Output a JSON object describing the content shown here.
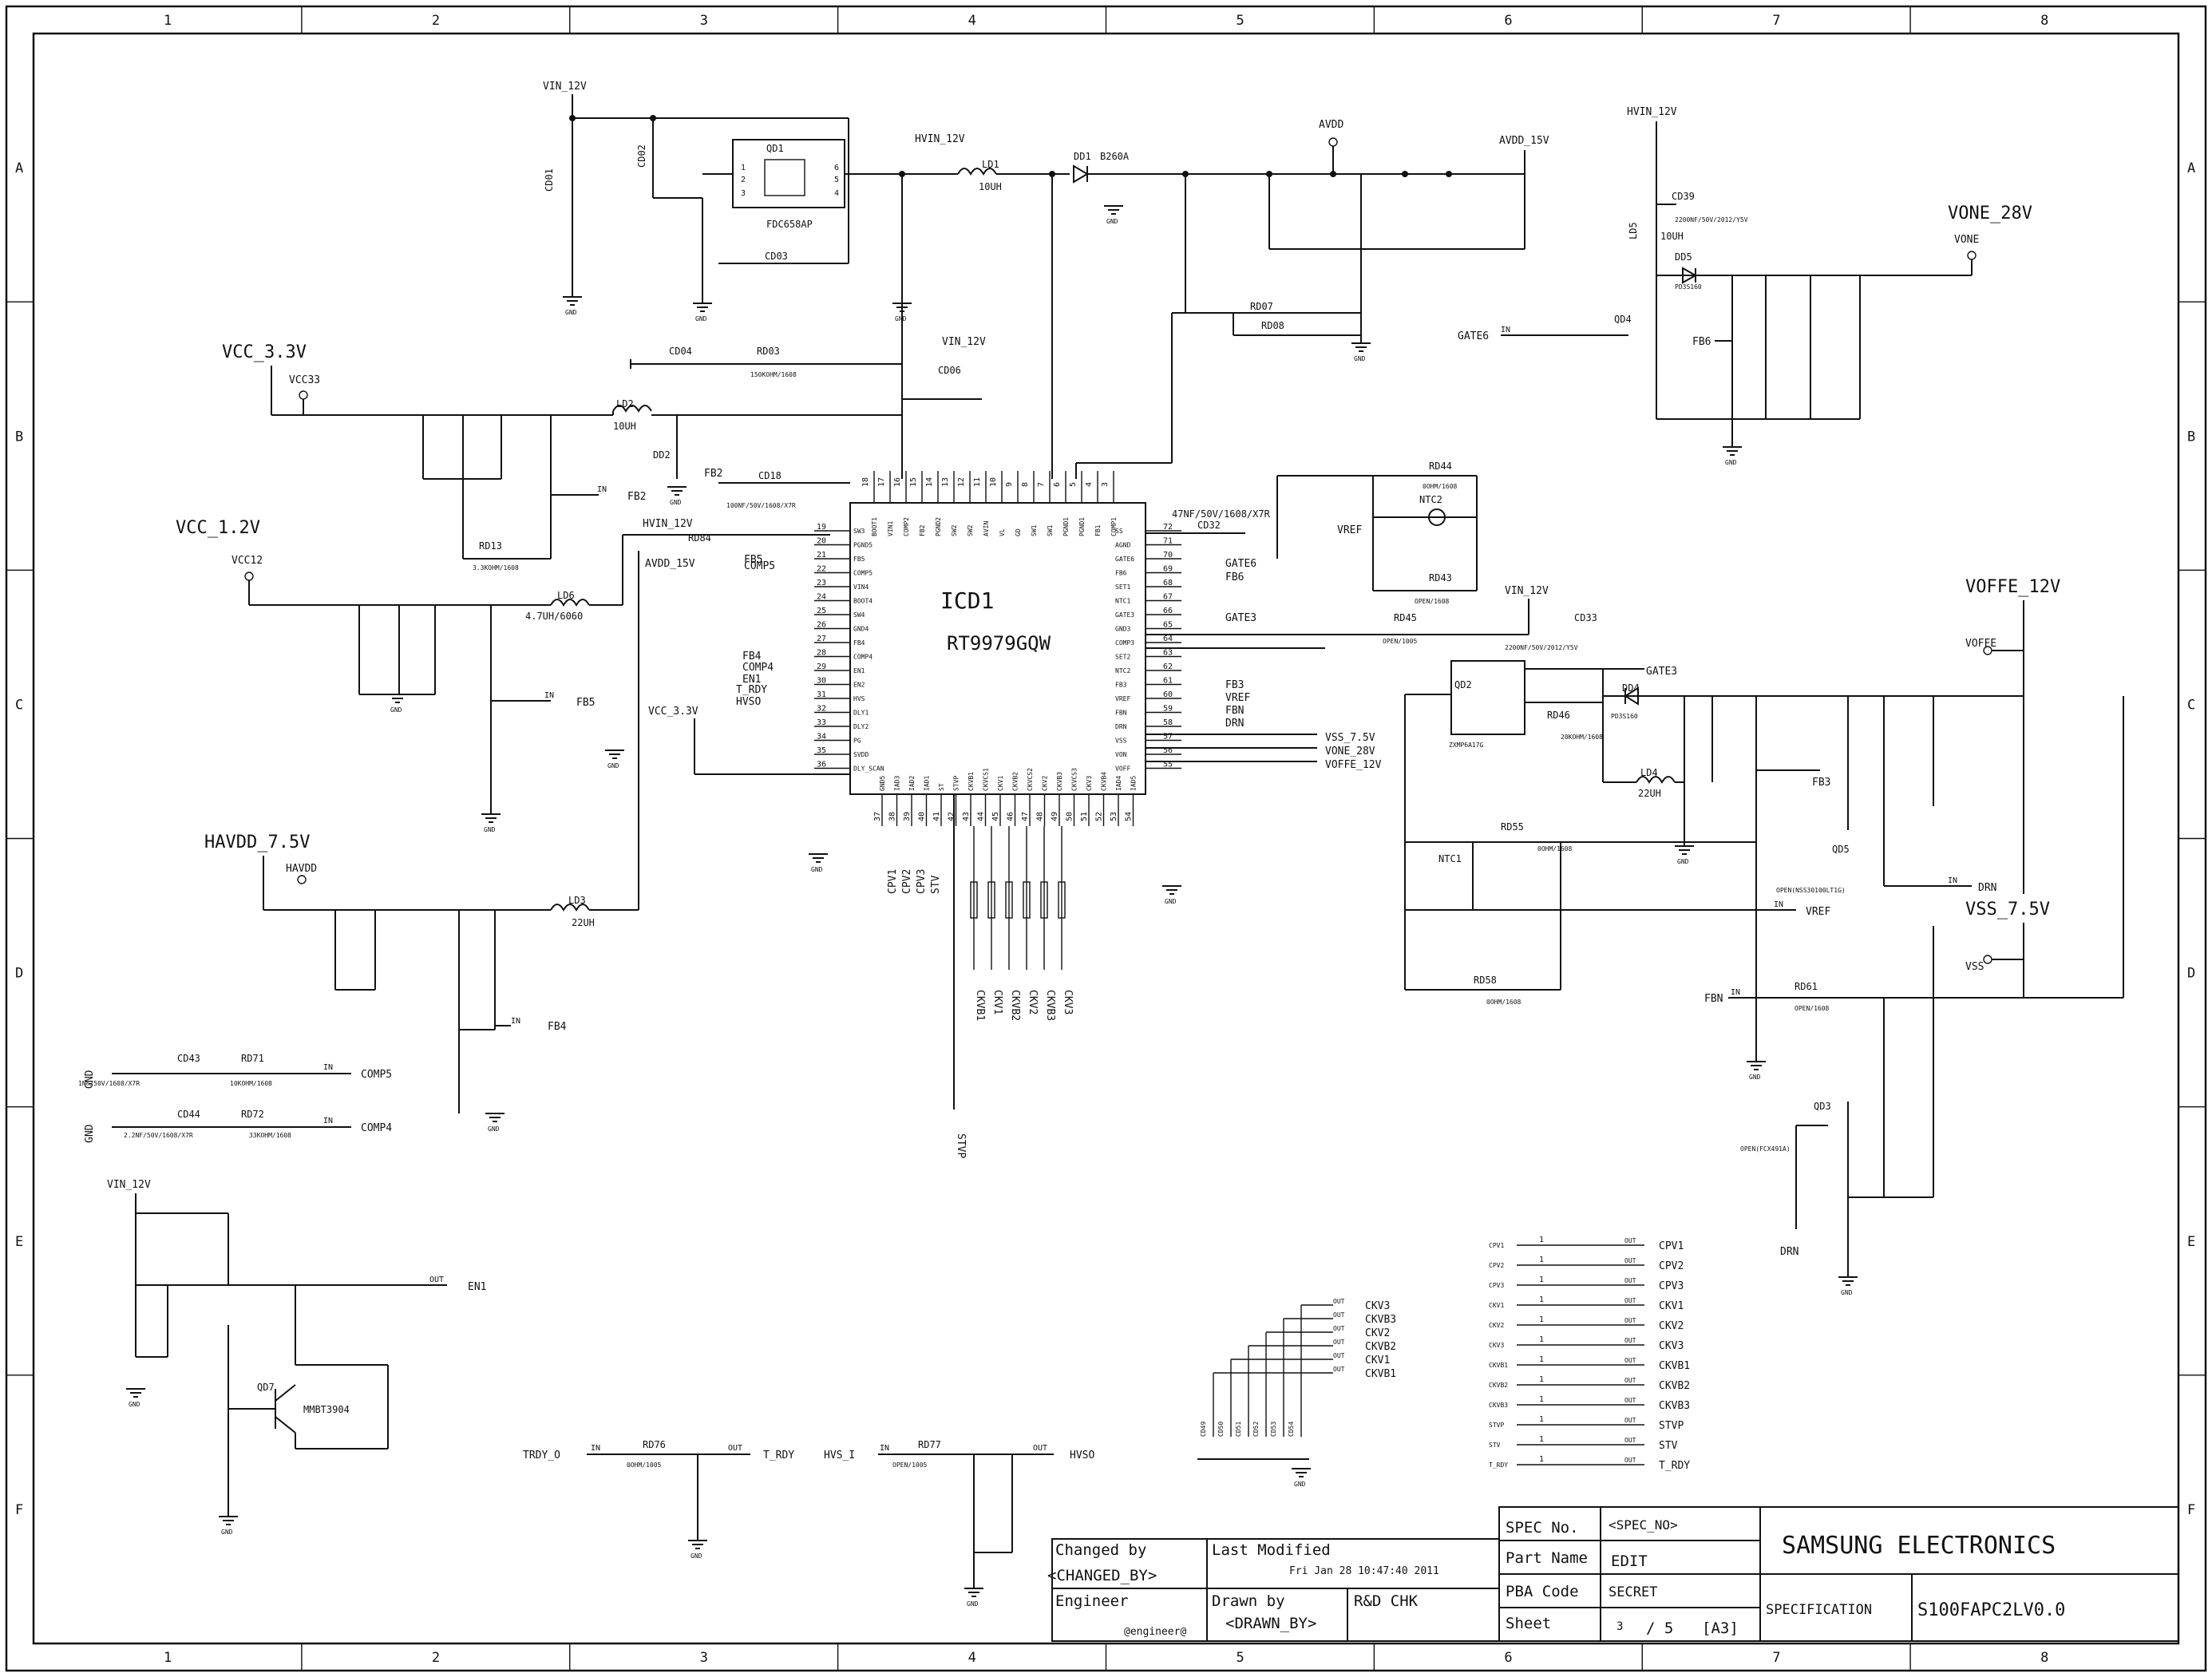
{
  "frame": {
    "columns": [
      "1",
      "2",
      "3",
      "4",
      "5",
      "6",
      "7",
      "8"
    ],
    "rows": [
      "A",
      "B",
      "C",
      "D",
      "E",
      "F"
    ]
  },
  "ic": {
    "ref": "ICD1",
    "part": "RT9979GQW",
    "left_pins": [
      {
        "n": "19",
        "name": "SW3"
      },
      {
        "n": "20",
        "name": "PGND5"
      },
      {
        "n": "21",
        "name": "FB5"
      },
      {
        "n": "22",
        "name": "COMP5"
      },
      {
        "n": "23",
        "name": "VIN4"
      },
      {
        "n": "24",
        "name": "BOOT4"
      },
      {
        "n": "25",
        "name": "SW4"
      },
      {
        "n": "26",
        "name": "GND4"
      },
      {
        "n": "27",
        "name": "FB4"
      },
      {
        "n": "28",
        "name": "COMP4"
      },
      {
        "n": "29",
        "name": "EN1"
      },
      {
        "n": "30",
        "name": "EN2"
      },
      {
        "n": "31",
        "name": "HVS"
      },
      {
        "n": "32",
        "name": "DLY1"
      },
      {
        "n": "33",
        "name": "DLY2"
      },
      {
        "n": "34",
        "name": "PG"
      },
      {
        "n": "35",
        "name": "SVDD"
      },
      {
        "n": "36",
        "name": "DLY_SCAN"
      }
    ],
    "right_pins": [
      {
        "n": "72",
        "name": "SS"
      },
      {
        "n": "71",
        "name": "AGND"
      },
      {
        "n": "70",
        "name": "GATE6"
      },
      {
        "n": "69",
        "name": "FB6"
      },
      {
        "n": "68",
        "name": "SET1"
      },
      {
        "n": "67",
        "name": "NTC1"
      },
      {
        "n": "66",
        "name": "GATE3"
      },
      {
        "n": "65",
        "name": "GND3"
      },
      {
        "n": "64",
        "name": "COMP3"
      },
      {
        "n": "63",
        "name": "SET2"
      },
      {
        "n": "62",
        "name": "NTC2"
      },
      {
        "n": "61",
        "name": "FB3"
      },
      {
        "n": "60",
        "name": "VREF"
      },
      {
        "n": "59",
        "name": "FBN"
      },
      {
        "n": "58",
        "name": "DRN"
      },
      {
        "n": "57",
        "name": "VSS"
      },
      {
        "n": "56",
        "name": "VON"
      },
      {
        "n": "55",
        "name": "VOFF"
      }
    ],
    "top_pins": [
      {
        "n": "18",
        "name": "BOOT1"
      },
      {
        "n": "17",
        "name": "VIN1"
      },
      {
        "n": "16",
        "name": "COMP2"
      },
      {
        "n": "15",
        "name": "FB2"
      },
      {
        "n": "14",
        "name": "PGND2"
      },
      {
        "n": "13",
        "name": "SW2"
      },
      {
        "n": "12",
        "name": "SW2"
      },
      {
        "n": "11",
        "name": "AVIN"
      },
      {
        "n": "10",
        "name": "VL"
      },
      {
        "n": "9",
        "name": "GD"
      },
      {
        "n": "8",
        "name": "SW1"
      },
      {
        "n": "7",
        "name": "SW1"
      },
      {
        "n": "6",
        "name": "PGND1"
      },
      {
        "n": "5",
        "name": "PGND1"
      },
      {
        "n": "4",
        "name": "FB1"
      },
      {
        "n": "3",
        "name": "COMP1"
      }
    ],
    "bottom_pins": [
      {
        "n": "37",
        "name": "GND5"
      },
      {
        "n": "38",
        "name": "IAD3"
      },
      {
        "n": "39",
        "name": "IAD2"
      },
      {
        "n": "40",
        "name": "IAD1"
      },
      {
        "n": "41",
        "name": "ST"
      },
      {
        "n": "42",
        "name": "STVP"
      },
      {
        "n": "43",
        "name": "CKVB1"
      },
      {
        "n": "44",
        "name": "CKVCS1"
      },
      {
        "n": "45",
        "name": "CKV1"
      },
      {
        "n": "46",
        "name": "CKVB2"
      },
      {
        "n": "47",
        "name": "CKVCS2"
      },
      {
        "n": "48",
        "name": "CKV2"
      },
      {
        "n": "49",
        "name": "CKVB3"
      },
      {
        "n": "50",
        "name": "CKVCS3"
      },
      {
        "n": "51",
        "name": "CKV3"
      },
      {
        "n": "52",
        "name": "CKVB4"
      },
      {
        "n": "53",
        "name": "IAD4"
      },
      {
        "n": "54",
        "name": "IAD5"
      }
    ]
  },
  "rails": {
    "vin_12v": "VIN_12V",
    "hvin_12v": "HVIN_12V",
    "avdd": "AVDD",
    "avdd_15v": "AVDD_15V",
    "vcc_3_3v": "VCC_3.3V",
    "vcc33": "VCC33",
    "vcc_1_2v": "VCC_1.2V",
    "vcc12": "VCC12",
    "havdd_7_5v": "HAVDD_7.5V",
    "havdd": "HAVDD",
    "vone_28v": "VONE_28V",
    "vone": "VONE",
    "voffe_12v": "VOFFE_12V",
    "voffe": "VOFFE",
    "vss_7_5v": "VSS_7.5V",
    "vss": "VSS",
    "gnd": "GND"
  },
  "parts": {
    "qd1": "QD1",
    "qd1_part": "FDC658AP",
    "ld1": "LD1",
    "ld1_val": "10UH",
    "dd1": "DD1",
    "dd1_val": "B260A",
    "ld2": "LD2",
    "ld2_val": "10UH",
    "ld3": "LD3",
    "ld3_val": "22UH",
    "ld4": "LD4",
    "ld4_val": "22UH",
    "ld5": "LD5",
    "ld5_val": "10UH",
    "ld6": "LD6",
    "ld6_val": "4.7UH/6060",
    "qd2": "QD2",
    "qd2_part": "ZXMP6A17G",
    "qd3": "QD3",
    "qd3_part": "OPEN(FCX491A)",
    "qd4": "QD4",
    "qd5": "QD5",
    "qd5_part": "OPEN(NSS30100LT1G)",
    "qd7": "QD7",
    "qd7_part": "MMBT3904",
    "dd4": "DD4",
    "dd4_val": "PD3S160",
    "dd5": "DD5",
    "dd5_val": "PD3S160",
    "ntc1": "NTC1",
    "ntc2": "NTC2",
    "cd01": "CD01",
    "cd02": "CD02",
    "cd03": "CD03",
    "cd04": "CD04",
    "cd06": "CD06",
    "cd18": "CD18",
    "cd18_val": "100NF/50V/1608/X7R",
    "cd32": "CD32",
    "cd32_val": "47NF/50V/1608/X7R",
    "cd33": "CD33",
    "cd33_val": "2200NF/50V/2012/Y5V",
    "cd39": "CD39",
    "cd39_val": "2200NF/50V/2012/Y5V",
    "cd43": "CD43",
    "cd43_val": "1NF/50V/1608/X7R",
    "cd44": "CD44",
    "cd44_val": "2.2NF/50V/1608/X7R",
    "rd03": "RD03",
    "rd03_val": "150KOHM/1608",
    "rd13": "RD13",
    "rd13_val": "3.3KOHM/1608",
    "rd44": "RD44",
    "rd44_val": "0OHM/1608",
    "rd43": "RD43",
    "rd43_val": "OPEN/1608",
    "rd45": "RD45",
    "rd45_val": "OPEN/1005",
    "rd46": "RD46",
    "rd46_val": "20KOHM/1608",
    "rd55": "RD55",
    "rd55_val": "0OHM/1608",
    "rd58": "RD58",
    "rd58_val": "0OHM/1608",
    "rd61": "RD61",
    "rd61_val": "OPEN/1608",
    "rd71": "RD71",
    "rd71_val": "10KOHM/1608",
    "rd72": "RD72",
    "rd72_val": "33KOHM/1608",
    "rd76": "RD76",
    "rd76_val": "0OHM/1005",
    "rd77": "RD77",
    "rd77_val": "OPEN/1005"
  },
  "ports": {
    "in": "IN",
    "out": "OUT",
    "fb2": "FB2",
    "fb4": "FB4",
    "fb5": "FB5",
    "fb6": "FB6",
    "fb3": "FB3",
    "fbn": "FBN",
    "gate6": "GATE6",
    "gate3": "GATE3",
    "vref": "VREF",
    "drn": "DRN",
    "comp4": "COMP4",
    "comp5": "COMP5",
    "en1": "EN1",
    "t_rdy": "T_RDY",
    "trdy_o": "TRDY_O",
    "hvso": "HVSO",
    "hvs_i": "HVS_I",
    "stvp": "STVP",
    "stv": "STV",
    "cpv1": "CPV1",
    "cpv2": "CPV2",
    "cpv3": "CPV3",
    "ckv1": "CKV1",
    "ckv2": "CKV2",
    "ckv3": "CKV3",
    "ckvb1": "CKVB1",
    "ckvb2": "CKVB2",
    "ckvb3": "CKVB3"
  },
  "timing_lists": {
    "bottom_outputs": [
      "CKVB1",
      "CKV1",
      "CKVB2",
      "CKV2",
      "CKVB3",
      "CKV3"
    ],
    "cap_bank_outputs": [
      "CKV3",
      "CKVB3",
      "CKV2",
      "CKVB2",
      "CKV1",
      "CKVB1"
    ],
    "cap_bank_refs": [
      "CD49",
      "CD50",
      "CD51",
      "CD52",
      "CD53",
      "CD54"
    ],
    "pass_through": [
      {
        "from": "CPV1",
        "to": "CPV1"
      },
      {
        "from": "CPV2",
        "to": "CPV2"
      },
      {
        "from": "CPV3",
        "to": "CPV3"
      },
      {
        "from": "CKV1",
        "to": "CKV1"
      },
      {
        "from": "CKV2",
        "to": "CKV2"
      },
      {
        "from": "CKV3",
        "to": "CKV3"
      },
      {
        "from": "CKVB1",
        "to": "CKVB1"
      },
      {
        "from": "CKVB2",
        "to": "CKVB2"
      },
      {
        "from": "CKVB3",
        "to": "CKVB3"
      },
      {
        "from": "STVP",
        "to": "STVP"
      },
      {
        "from": "STV",
        "to": "STV"
      },
      {
        "from": "T_RDY",
        "to": "T_RDY"
      }
    ]
  },
  "title_block": {
    "changed_by_label": "Changed by",
    "changed_by": "<CHANGED_BY>",
    "last_modified_label": "Last Modified",
    "last_modified": "Fri Jan 28 10:47:40 2011",
    "engineer_label": "Engineer",
    "engineer": "@engineer@",
    "drawn_by_label": "Drawn by",
    "drawn_by": "<DRAWN_BY>",
    "rd_chk_label": "R&D CHK",
    "spec_no_label": "SPEC No.",
    "spec_no": "<SPEC_NO>",
    "part_name_label": "Part Name",
    "part_name": "EDIT",
    "pba_code_label": "PBA Code",
    "pba_code": "SECRET",
    "sheet_label": "Sheet",
    "sheet_num": "3",
    "sheet_total": "/ 5",
    "sheet_size": "[A3]",
    "company": "SAMSUNG ELECTRONICS",
    "specification_label": "SPECIFICATION",
    "doc_number": "S100FAPC2LV0.0"
  }
}
